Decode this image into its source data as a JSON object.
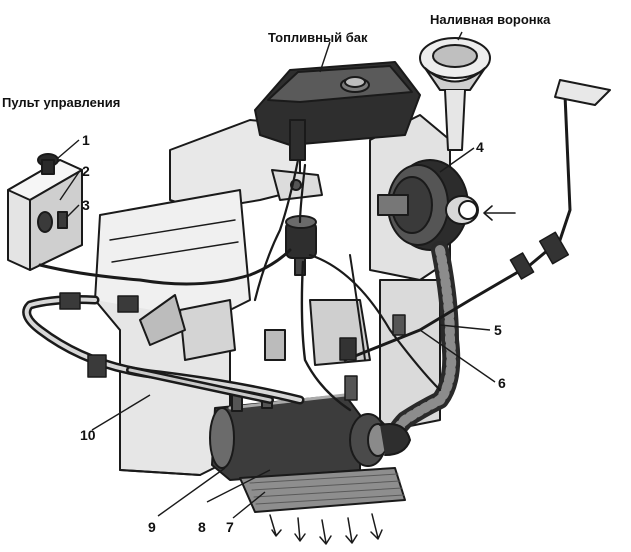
{
  "labels": {
    "control_panel": "Пульт управления",
    "fuel_tank": "Топливный бак",
    "filler_funnel": "Наливная воронка"
  },
  "callouts": [
    "1",
    "2",
    "3",
    "4",
    "5",
    "6",
    "7",
    "8",
    "9",
    "10"
  ],
  "colors": {
    "ink": "#1a1a1a",
    "dark_fill": "#3a3a3a",
    "mid_fill": "#8c8c8c",
    "light_fill": "#d9d9d9",
    "paper": "#ffffff"
  }
}
